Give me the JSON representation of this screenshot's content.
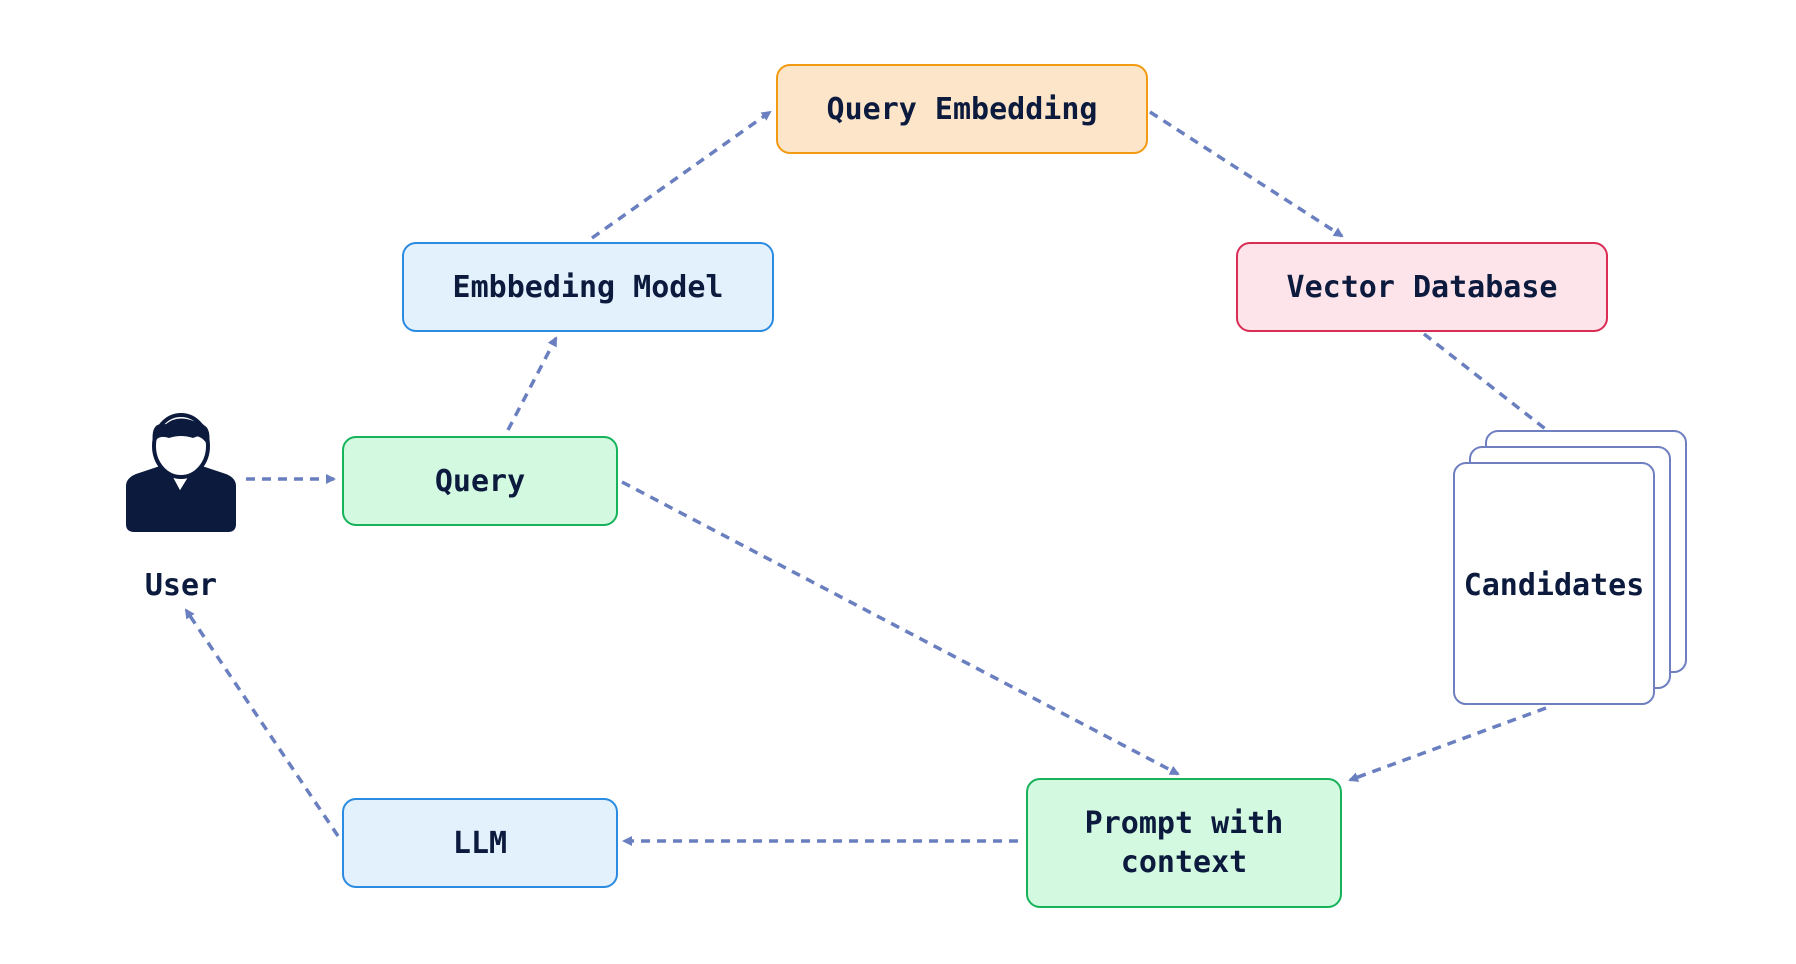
{
  "diagram": {
    "nodes": {
      "user": {
        "label": "User",
        "icon": "user-icon"
      },
      "query": {
        "label": "Query",
        "fill": "#d3f9e0",
        "border": "#16b35a"
      },
      "embedding_model": {
        "label": "Embbeding Model",
        "fill": "#e3f1fd",
        "border": "#2b8be0"
      },
      "query_embedding": {
        "label": "Query Embedding",
        "fill": "#fde5c9",
        "border": "#f29a12"
      },
      "vector_database": {
        "label": "Vector Database",
        "fill": "#fde3ea",
        "border": "#d92d55"
      },
      "candidates": {
        "label": "Candidates",
        "border": "#6f7fc0"
      },
      "prompt_with_context": {
        "label": "Prompt with\ncontext",
        "fill": "#d3f9e0",
        "border": "#16b35a"
      },
      "llm": {
        "label": "LLM",
        "fill": "#e3f1fd",
        "border": "#2b8be0"
      }
    },
    "edges": [
      {
        "from": "user",
        "to": "query"
      },
      {
        "from": "query",
        "to": "embedding_model"
      },
      {
        "from": "embedding_model",
        "to": "query_embedding"
      },
      {
        "from": "query_embedding",
        "to": "vector_database"
      },
      {
        "from": "vector_database",
        "to": "candidates"
      },
      {
        "from": "candidates",
        "to": "prompt_with_context"
      },
      {
        "from": "query",
        "to": "prompt_with_context"
      },
      {
        "from": "prompt_with_context",
        "to": "llm"
      },
      {
        "from": "llm",
        "to": "user"
      }
    ],
    "colors": {
      "arrow": "#6a7fbf",
      "text": "#0b1a3d",
      "user_icon": "#0b1a3d"
    }
  }
}
